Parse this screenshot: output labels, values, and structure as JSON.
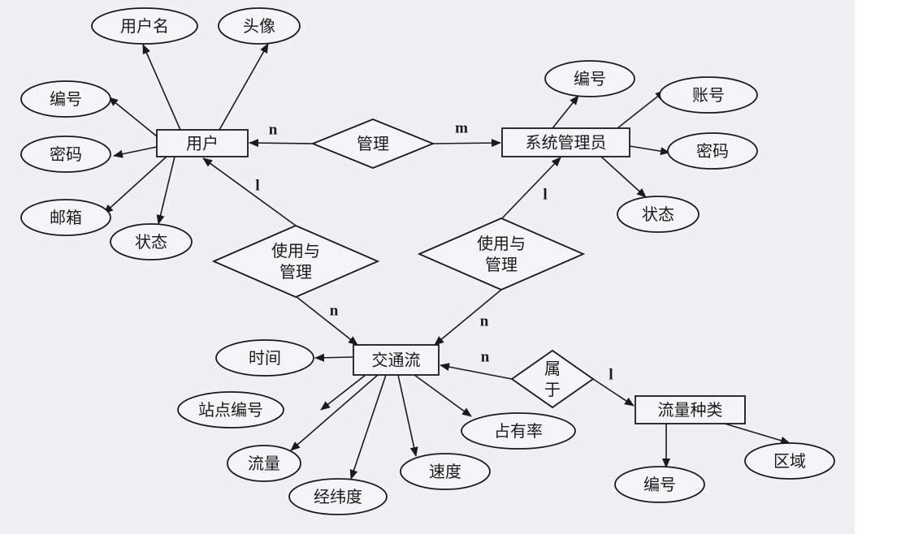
{
  "diagram": {
    "entities": {
      "user": "用户",
      "admin": "系统管理员",
      "traffic": "交通流",
      "flow_type": "流量种类"
    },
    "relationships": {
      "manage": "管理",
      "use_manage_user": "使用与\n管理",
      "use_manage_admin": "使用与\n管理",
      "belongs": "属\n于"
    },
    "attributes": {
      "user_name": "用户名",
      "user_avatar": "头像",
      "user_id": "编号",
      "user_password": "密码",
      "user_email": "邮箱",
      "user_status": "状态",
      "admin_id": "编号",
      "admin_account": "账号",
      "admin_password": "密码",
      "admin_status": "状态",
      "traffic_time": "时间",
      "traffic_station": "站点编号",
      "traffic_flow": "流量",
      "traffic_latlng": "经纬度",
      "traffic_speed": "速度",
      "traffic_occupancy": "占有率",
      "flow_type_id": "编号",
      "flow_type_region": "区域"
    },
    "cardinalities": {
      "manage_user": "n",
      "manage_admin": "m",
      "use_user_1": "l",
      "use_user_traffic": "n",
      "use_admin_1": "l",
      "use_admin_traffic": "n",
      "belongs_traffic": "n",
      "belongs_flow_type": "l"
    }
  }
}
